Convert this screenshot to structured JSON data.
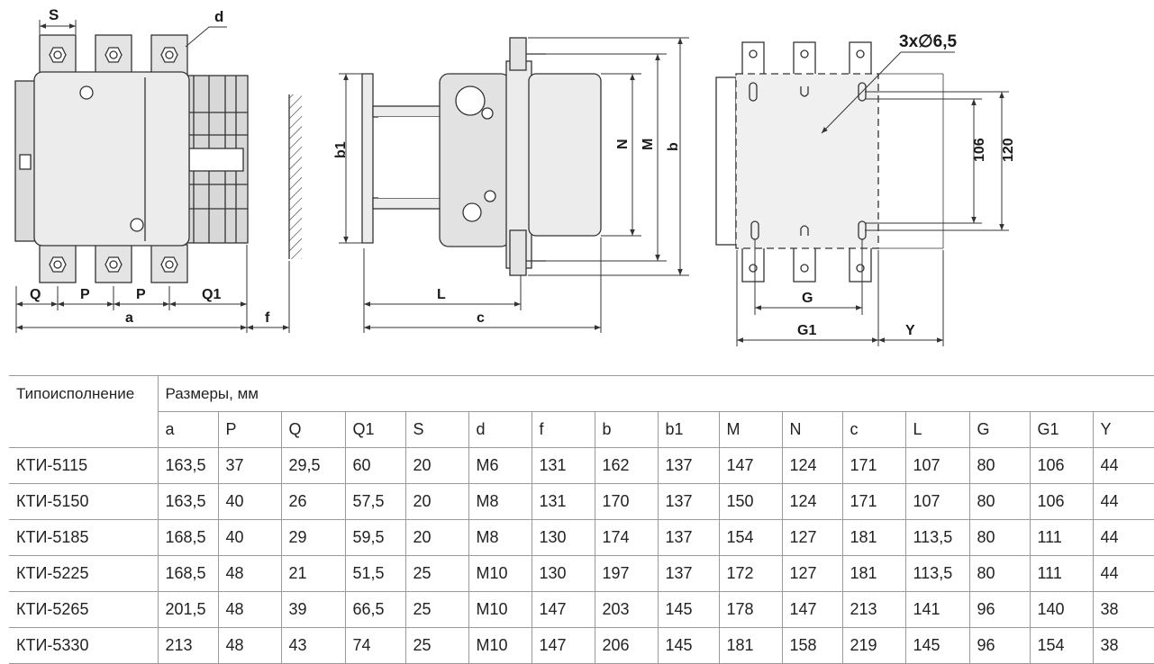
{
  "labels": {
    "S": "S",
    "d": "d",
    "Q": "Q",
    "P": "P",
    "Q1": "Q1",
    "a": "a",
    "f": "f",
    "b1": "b1",
    "L": "L",
    "c": "c",
    "N": "N",
    "M": "M",
    "b": "b",
    "holes": "3x∅6,5",
    "dim106": "106",
    "dim120": "120",
    "G": "G",
    "G1": "G1",
    "Y": "Y"
  },
  "table": {
    "type_header": "Типоисполнение",
    "size_header": "Размеры, мм",
    "columns": [
      "a",
      "P",
      "Q",
      "Q1",
      "S",
      "d",
      "f",
      "b",
      "b1",
      "M",
      "N",
      "c",
      "L",
      "G",
      "G1",
      "Y"
    ],
    "rows": [
      {
        "type": "КТИ-5115",
        "values": [
          "163,5",
          "37",
          "29,5",
          "60",
          "20",
          "M6",
          "131",
          "162",
          "137",
          "147",
          "124",
          "171",
          "107",
          "80",
          "106",
          "44"
        ]
      },
      {
        "type": "КТИ-5150",
        "values": [
          "163,5",
          "40",
          "26",
          "57,5",
          "20",
          "M8",
          "131",
          "170",
          "137",
          "150",
          "124",
          "171",
          "107",
          "80",
          "106",
          "44"
        ]
      },
      {
        "type": "КТИ-5185",
        "values": [
          "168,5",
          "40",
          "29",
          "59,5",
          "20",
          "M8",
          "130",
          "174",
          "137",
          "154",
          "127",
          "181",
          "113,5",
          "80",
          "111",
          "44"
        ]
      },
      {
        "type": "КТИ-5225",
        "values": [
          "168,5",
          "48",
          "21",
          "51,5",
          "25",
          "M10",
          "130",
          "197",
          "137",
          "172",
          "127",
          "181",
          "113,5",
          "80",
          "111",
          "44"
        ]
      },
      {
        "type": "КТИ-5265",
        "values": [
          "201,5",
          "48",
          "39",
          "66,5",
          "25",
          "M10",
          "147",
          "203",
          "145",
          "178",
          "147",
          "213",
          "141",
          "96",
          "140",
          "38"
        ]
      },
      {
        "type": "КТИ-5330",
        "values": [
          "213",
          "48",
          "43",
          "74",
          "25",
          "M10",
          "147",
          "206",
          "145",
          "181",
          "158",
          "219",
          "145",
          "96",
          "154",
          "38"
        ]
      }
    ]
  }
}
